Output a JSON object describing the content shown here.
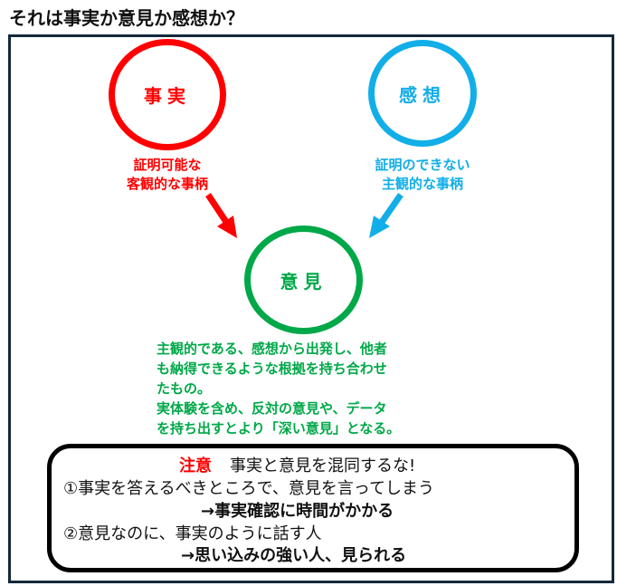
{
  "title": "それは事実か意見か感想か？",
  "colors": {
    "fact": "#ff0000",
    "impression": "#12aee8",
    "opinion": "#00a848",
    "frame": "#14283a"
  },
  "fact": {
    "label": "事実",
    "desc": [
      "証明可能な",
      "客観的な事柄"
    ]
  },
  "impression": {
    "label": "感想",
    "desc": [
      "証明のできない",
      "主観的な事柄"
    ]
  },
  "opinion": {
    "label": "意見",
    "desc": [
      "主観的である、感想から出発し、他者",
      "も納得できるような根拠を持ち合わせ",
      "たもの。",
      "実体験を含め、反対の意見や、データ",
      "を持ち出すとより「深い意見」となる。"
    ]
  },
  "note": {
    "heading_label": "注意",
    "heading_text": "事実と意見を混同するな!",
    "item1": "①事実を答えるべきところで、意見を言ってしまう",
    "item1_result": "→事実確認に時間がかかる",
    "item2": "②意見なのに、事実のように話す人",
    "item2_result": "→思い込みの強い人、見られる"
  }
}
